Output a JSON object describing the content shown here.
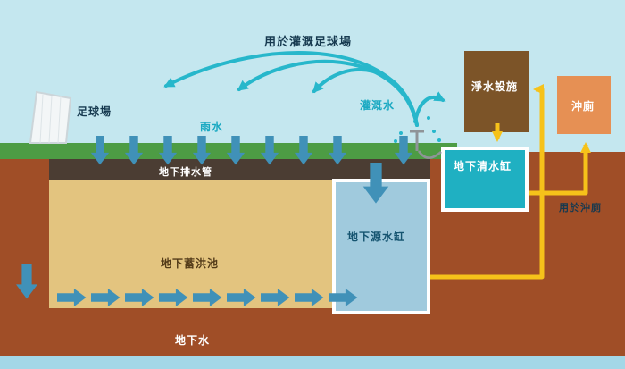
{
  "diagram": {
    "labels": {
      "irrigation_title": "用於灌溉足球場",
      "football_field": "足球場",
      "rainwater": "雨水",
      "irrigation_water": "灌溉水",
      "underground_drain_pipe": "地下排水管",
      "storage_pool": "地下蓄洪池",
      "source_tank": "地下源水缸",
      "clean_tank": "地下清水缸",
      "purification": "淨水設施",
      "toilet": "沖廁",
      "for_toilet": "用於沖廁",
      "groundwater": "地下水"
    },
    "colors": {
      "sky": "#c4e7ef",
      "grass": "#4d9c44",
      "soil": "#a04e27",
      "drain_layer": "#4b3d33",
      "storage_pool": "#e3c47f",
      "source_tank": "#a0cadd",
      "clean_tank": "#1fb0c2",
      "purification": "#7c5428",
      "toilet": "#e69054",
      "water_bottom": "#a3d7e7",
      "blue_arrow": "#4091b8",
      "spray_arrow": "#27b7cb",
      "yellow_arrow": "#f6c21a",
      "dark_text": "#16394f",
      "teal_text": "#1aa9c2",
      "pool_text": "#523a18",
      "tank_text": "#155470",
      "white_text": "#ffffff"
    }
  }
}
